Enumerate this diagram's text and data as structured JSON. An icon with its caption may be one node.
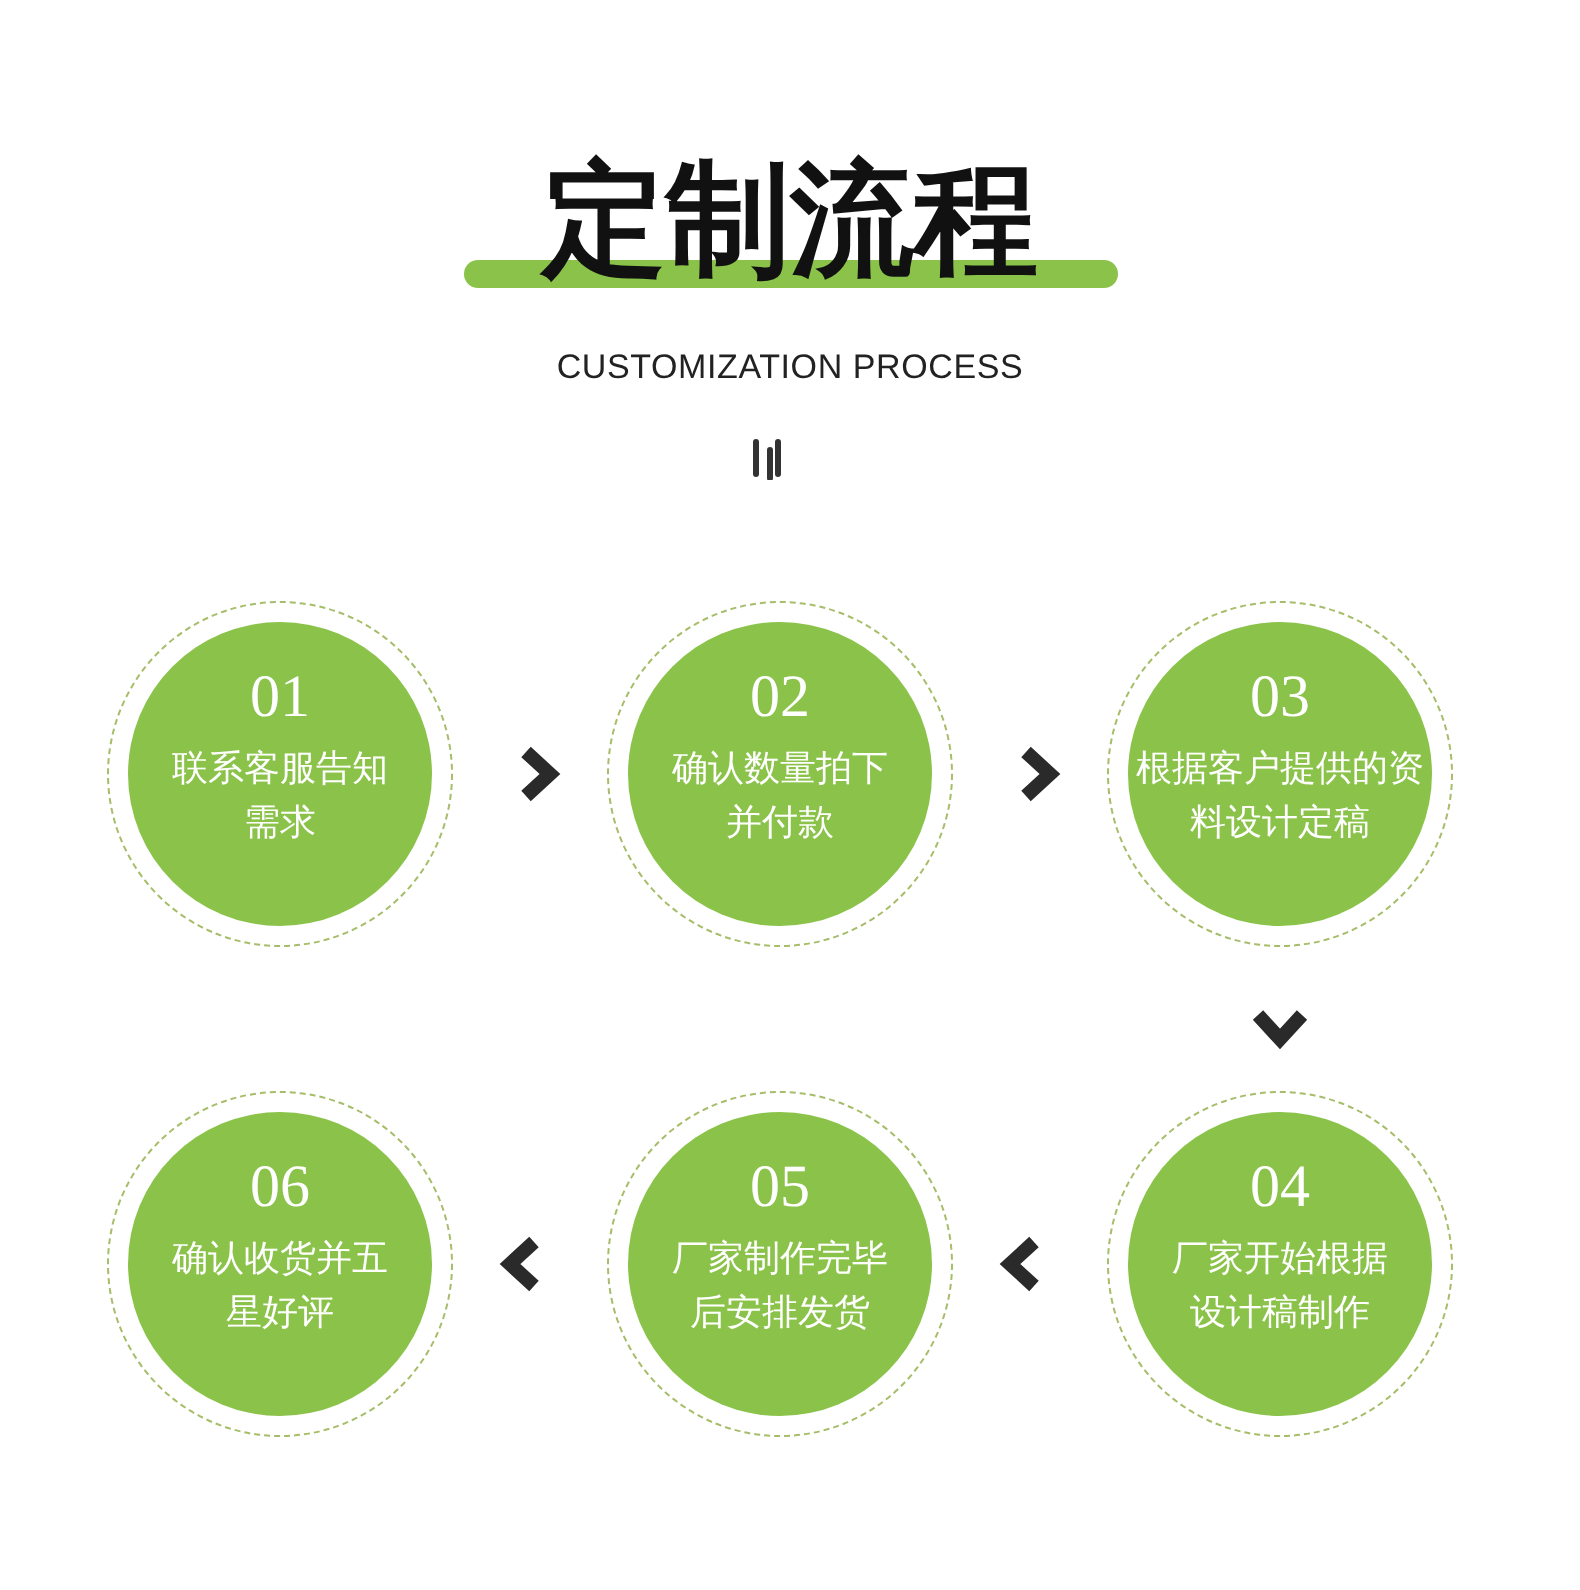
{
  "diagram": {
    "title": "定制流程",
    "nodes": [
      {
        "text": [
          "01",
          "联系客服告知需求"
        ]
      },
      {
        "text": [
          "02",
          "确认数量拍下并付款"
        ]
      },
      {
        "text": [
          "03",
          "根据客户提供的资料设计定稿"
        ]
      },
      {
        "text": [
          "04",
          "厂家开始根据设计稿制作"
        ]
      },
      {
        "text": [
          "05",
          "厂家制作完毕后安排发货"
        ]
      },
      {
        "text": [
          "06",
          "确认收货并五星好评"
        ]
      }
    ],
    "edges": [
      {
        "from": 0,
        "to": 1,
        "arrow": "to"
      },
      {
        "from": 1,
        "to": 2,
        "arrow": "to"
      },
      {
        "from": 2,
        "to": 3,
        "arrow": "to"
      },
      {
        "from": 3,
        "to": 4,
        "arrow": "to"
      },
      {
        "from": 4,
        "to": 5,
        "arrow": "to"
      }
    ],
    "labels": [
      "CUSTOMIZATION PROCESS"
    ]
  }
}
